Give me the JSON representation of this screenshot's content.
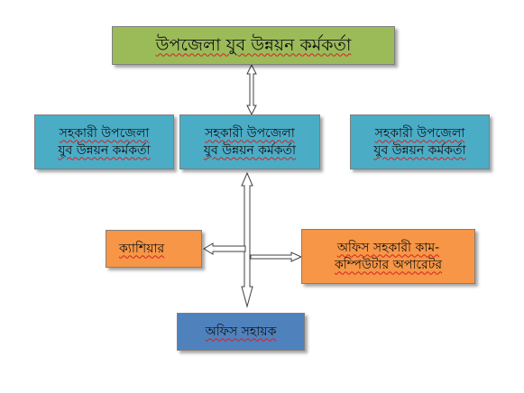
{
  "colors": {
    "top_fill": "#9BBB59",
    "assistant_fill": "#4BACC6",
    "orange_fill": "#F79646",
    "peon_fill": "#4F81BD",
    "connector_stroke": "#404040"
  },
  "org_chart": {
    "top": {
      "label": "উপজেলা যুব উন্নয়ন কর্মকর্তা"
    },
    "assistants": [
      {
        "line1": "সহকারী উপজেলা",
        "line2": "যুব উন্নয়ন কর্মকর্তা"
      },
      {
        "line1": "সহকারী উপজেলা",
        "line2": "যুব উন্নয়ন কর্মকর্তা"
      },
      {
        "line1": "সহকারী উপজেলা",
        "line2": "যুব উন্নয়ন কর্মকর্তা"
      }
    ],
    "cashier": {
      "label": "ক্যাশিয়ার"
    },
    "office_assistant": {
      "line1": "অফিস সহকারী কাম-",
      "line2": "কম্পিউটার অপারেটর"
    },
    "office_peon": {
      "label": "অফিস সহায়ক"
    }
  }
}
